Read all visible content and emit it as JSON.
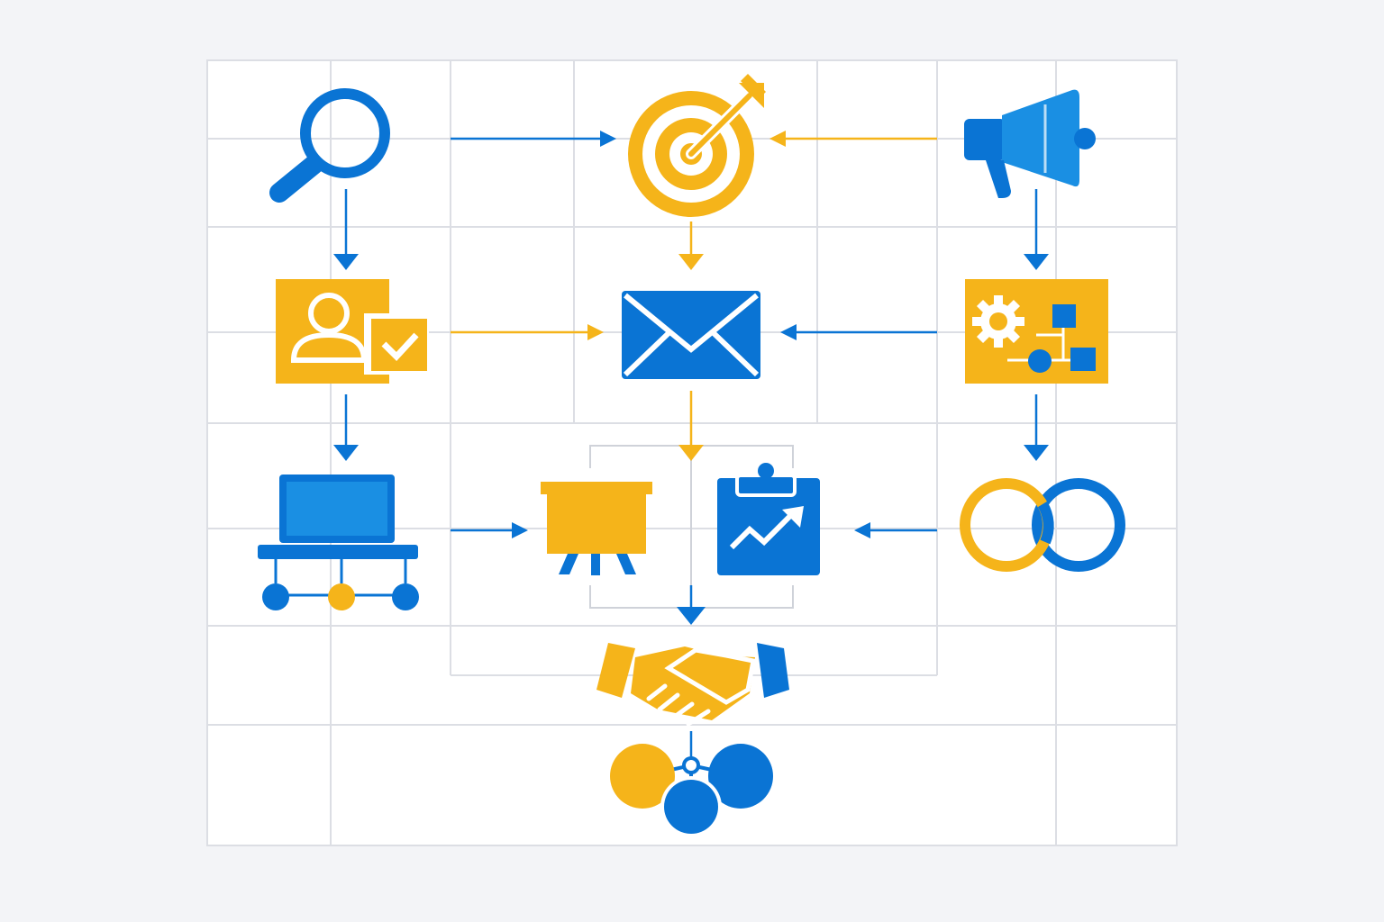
{
  "colors": {
    "background": "#f3f4f7",
    "panel": "#ffffff",
    "grid": "#dcdee4",
    "blue": "#0a74d4",
    "blue_light": "#1a8fe3",
    "yellow": "#f5b41a",
    "white": "#ffffff"
  },
  "nodes": [
    {
      "id": "search",
      "icon": "magnifying-glass-icon",
      "color": "blue"
    },
    {
      "id": "target",
      "icon": "target-arrow-icon",
      "color": "yellow"
    },
    {
      "id": "megaphone",
      "icon": "megaphone-icon",
      "color": "blue"
    },
    {
      "id": "profile",
      "icon": "profile-check-icon",
      "color": "yellow"
    },
    {
      "id": "email",
      "icon": "envelope-icon",
      "color": "blue"
    },
    {
      "id": "automation",
      "icon": "gear-flow-icon",
      "color": "yellow"
    },
    {
      "id": "network",
      "icon": "laptop-network-icon",
      "color": "blue"
    },
    {
      "id": "presentation",
      "icon": "presentation-board-icon",
      "color": "yellow"
    },
    {
      "id": "report",
      "icon": "clipboard-chart-icon",
      "color": "blue"
    },
    {
      "id": "loop",
      "icon": "infinity-loop-icon",
      "color": "yellow-blue"
    },
    {
      "id": "handshake",
      "icon": "handshake-icon",
      "color": "yellow-blue"
    },
    {
      "id": "community",
      "icon": "people-circles-icon",
      "color": "yellow-blue"
    }
  ],
  "connections": [
    {
      "from": "search",
      "to": "target",
      "color": "blue"
    },
    {
      "from": "megaphone",
      "to": "target",
      "color": "yellow"
    },
    {
      "from": "search",
      "to": "profile",
      "color": "blue"
    },
    {
      "from": "target",
      "to": "email",
      "color": "yellow"
    },
    {
      "from": "megaphone",
      "to": "automation",
      "color": "blue"
    },
    {
      "from": "profile",
      "to": "email",
      "color": "yellow"
    },
    {
      "from": "automation",
      "to": "email",
      "color": "blue"
    },
    {
      "from": "profile",
      "to": "network",
      "color": "blue"
    },
    {
      "from": "email",
      "to": "presentation",
      "color": "yellow"
    },
    {
      "from": "automation",
      "to": "loop",
      "color": "blue"
    },
    {
      "from": "network",
      "to": "presentation",
      "color": "blue"
    },
    {
      "from": "loop",
      "to": "report",
      "color": "blue"
    },
    {
      "from": "report",
      "to": "handshake",
      "color": "blue"
    },
    {
      "from": "handshake",
      "to": "community",
      "color": "blue"
    }
  ]
}
